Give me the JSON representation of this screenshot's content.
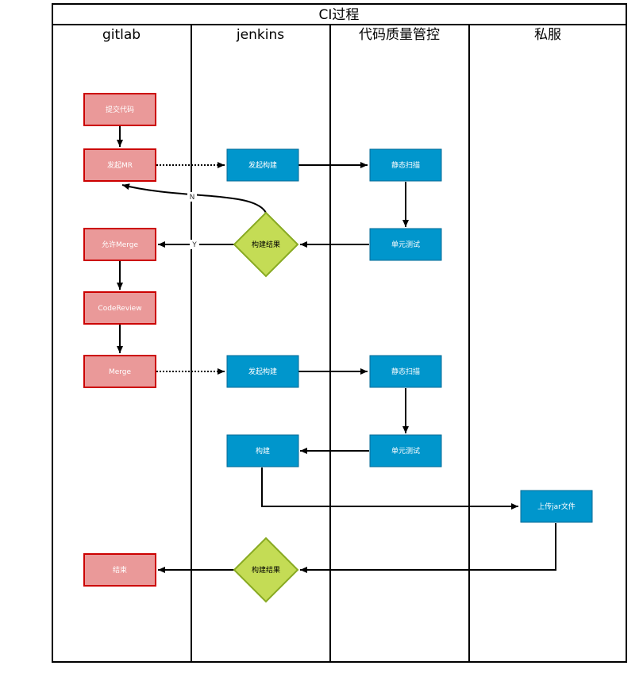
{
  "diagram": {
    "title": "CI过程",
    "lanes": [
      {
        "id": "gitlab",
        "label": "gitlab"
      },
      {
        "id": "jenkins",
        "label": "jenkins"
      },
      {
        "id": "quality",
        "label": "代码质量管控"
      },
      {
        "id": "private",
        "label": "私服"
      }
    ],
    "nodes": {
      "submit_code": "提交代码",
      "start_mr": "发起MR",
      "trigger_build_1": "发起构建",
      "static_scan_1": "静态扫描",
      "unit_test_1": "单元测试",
      "build_result_1": "构建结果",
      "allow_merge": "允许Merge",
      "code_review": "CodeReview",
      "merge": "Merge",
      "trigger_build_2": "发起构建",
      "static_scan_2": "静态扫描",
      "unit_test_2": "单元测试",
      "build": "构建",
      "upload_jar": "上传jar文件",
      "build_result_2": "构建结果",
      "end": "结束"
    },
    "edge_labels": {
      "no": "N",
      "yes": "Y"
    },
    "colors": {
      "gitlab_fill": "#ea9999",
      "gitlab_stroke": "#cc0000",
      "process_fill": "#0096cc",
      "process_stroke": "#006a96",
      "decision_fill": "#c4dc55",
      "decision_stroke": "#88aa22"
    }
  }
}
